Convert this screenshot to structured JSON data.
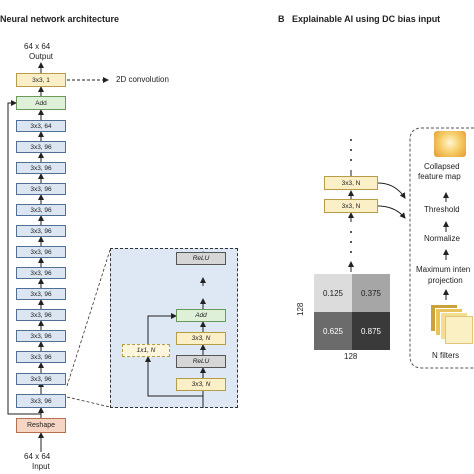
{
  "panel_a": {
    "title": "Neural network architecture",
    "output_size": "64 x 64",
    "output_label": "Output",
    "output_layer": "3x3, 1",
    "conv_annotation": "2D convolution",
    "add_label": "Add",
    "layers": [
      "3x3, 64",
      "3x3, 96",
      "3x3, 96",
      "3x3, 96",
      "3x3, 96",
      "3x3, 96",
      "3x3, 96",
      "3x3, 96",
      "3x3, 96",
      "3x3, 96",
      "3x3, 96",
      "3x3, 96",
      "3x3, 96"
    ],
    "reshape_label": "Reshape",
    "input_size": "64 x 64",
    "input_label": "Input"
  },
  "block": {
    "relu_top": "ReLU",
    "add": "Add",
    "conv_top": "3x3, N",
    "relu_bottom": "ReLU",
    "conv_bottom": "3x3, N",
    "skip_conv": "1x1, N"
  },
  "panel_b": {
    "letter": "B",
    "title": "Explainable AI using DC bias input",
    "conv_top": "3x3, N",
    "conv_bottom": "3x3, N",
    "grid_values": [
      "0.125",
      "0.375",
      "0.625",
      "0.875"
    ],
    "dim_vertical": "128",
    "dim_horizontal": "128",
    "pipeline": {
      "collapsed": "Collapsed",
      "feature_map": "feature map",
      "threshold": "Threshold",
      "normalize": "Normalize",
      "max_intensity": "Maximum inten",
      "projection": "projection",
      "filters": "N filters"
    }
  },
  "colors": {
    "conv": "#dbe6f2",
    "add": "#dff0d8",
    "output": "#fbefc8",
    "reshape": "#f7d5c5",
    "relu": "#d6d6d6",
    "inset_bg": "#dde8f4"
  }
}
